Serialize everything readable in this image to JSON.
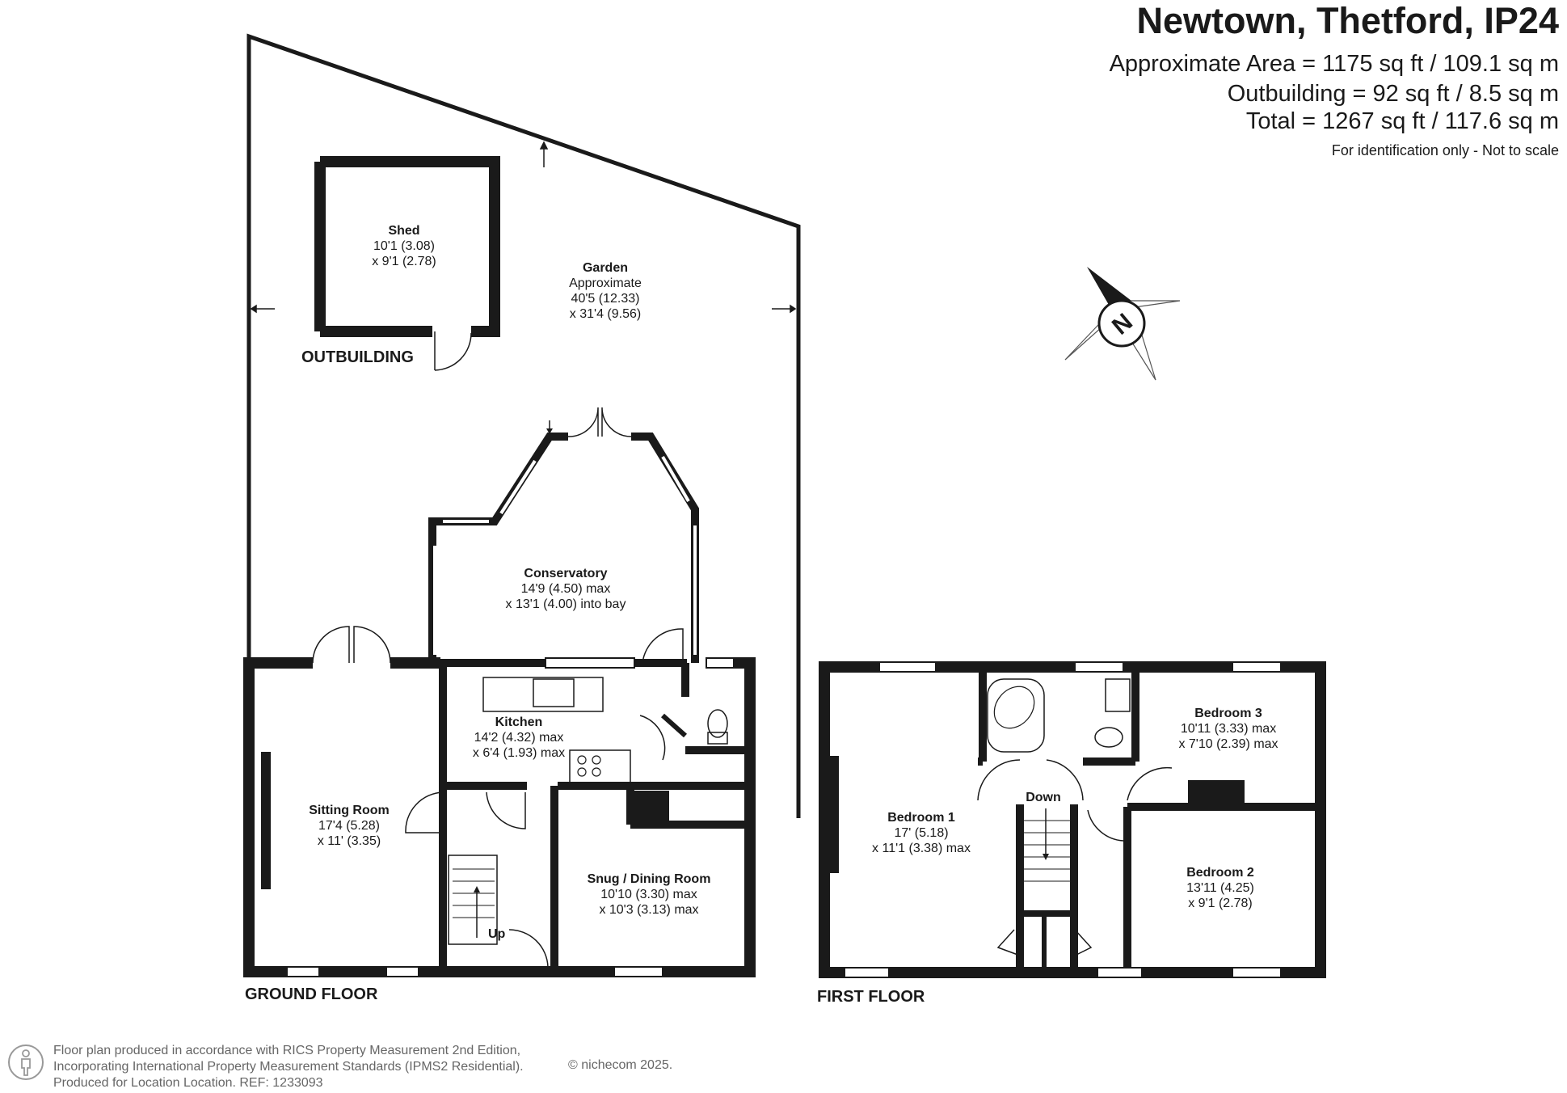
{
  "header": {
    "title": "Newtown, Thetford, IP24",
    "area_main": "Approximate Area = 1175 sq ft / 109.1 sq m",
    "area_outbuilding": "Outbuilding = 92 sq ft / 8.5 sq m",
    "area_total": "Total = 1267 sq ft / 117.6 sq m",
    "disclaimer": "For identification only - Not to scale"
  },
  "compass": {
    "label": "N"
  },
  "outbuilding": {
    "label": "OUTBUILDING",
    "shed": {
      "name": "Shed",
      "dim1": "10'1 (3.08)",
      "dim2": "x 9'1 (2.78)"
    }
  },
  "garden": {
    "name": "Garden",
    "dim0": "Approximate",
    "dim1": "40'5 (12.33)",
    "dim2": "x 31'4 (9.56)"
  },
  "ground_floor": {
    "label": "GROUND FLOOR",
    "stairs_label": "Up",
    "rooms": {
      "conservatory": {
        "name": "Conservatory",
        "dim1": "14'9 (4.50) max",
        "dim2": "x 13'1 (4.00) into bay"
      },
      "kitchen": {
        "name": "Kitchen",
        "dim1": "14'2 (4.32) max",
        "dim2": "x 6'4 (1.93) max"
      },
      "sitting": {
        "name": "Sitting Room",
        "dim1": "17'4 (5.28)",
        "dim2": "x 11' (3.35)"
      },
      "snug": {
        "name": "Snug / Dining Room",
        "dim1": "10'10 (3.30) max",
        "dim2": "x 10'3 (3.13) max"
      }
    }
  },
  "first_floor": {
    "label": "FIRST FLOOR",
    "stairs_label": "Down",
    "rooms": {
      "bedroom1": {
        "name": "Bedroom 1",
        "dim1": "17' (5.18)",
        "dim2": "x 11'1 (3.38) max"
      },
      "bedroom2": {
        "name": "Bedroom 2",
        "dim1": "13'11 (4.25)",
        "dim2": "x 9'1 (2.78)"
      },
      "bedroom3": {
        "name": "Bedroom 3",
        "dim1": "10'11 (3.33) max",
        "dim2": "x 7'10 (2.39) max"
      }
    }
  },
  "footer": {
    "line1": "Floor plan produced in accordance with RICS Property Measurement 2nd Edition,",
    "line2": "Incorporating International Property Measurement Standards (IPMS2 Residential).",
    "line3": "Produced for Location Location.   REF: 1233093",
    "copyright": "© nichecom 2025."
  }
}
